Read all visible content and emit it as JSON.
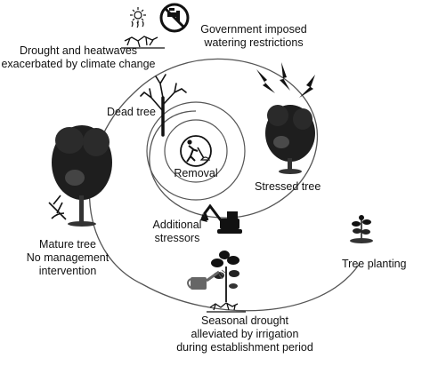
{
  "labels": {
    "restrictions": [
      "Government imposed",
      "watering restrictions"
    ],
    "drought": [
      "Drought and heatwaves",
      "exacerbated by climate change"
    ],
    "dead_tree": "Dead tree",
    "removal": "Removal",
    "stressed_tree": "Stressed tree",
    "additional_stressors": [
      "Additional",
      "stressors"
    ],
    "mature_tree": [
      "Mature tree",
      "No management",
      "intervention"
    ],
    "tree_planting": "Tree planting",
    "irrigation": [
      "Seasonal drought",
      "alleviated by irrigation",
      "during establishment period"
    ]
  },
  "icons": [
    "sun-icon",
    "no-watering-icon",
    "dry-soil-icon",
    "lightning-icon",
    "worker-digging-icon",
    "excavator-icon",
    "watering-can-icon",
    "no-management-icon",
    "seedling-icon",
    "dead-tree-icon",
    "stressed-tree-icon",
    "mature-tree-icon",
    "young-tree-icon"
  ],
  "colors": {
    "line": "#555555",
    "foliage": "#1e1e1e",
    "trunk": "#333333"
  }
}
